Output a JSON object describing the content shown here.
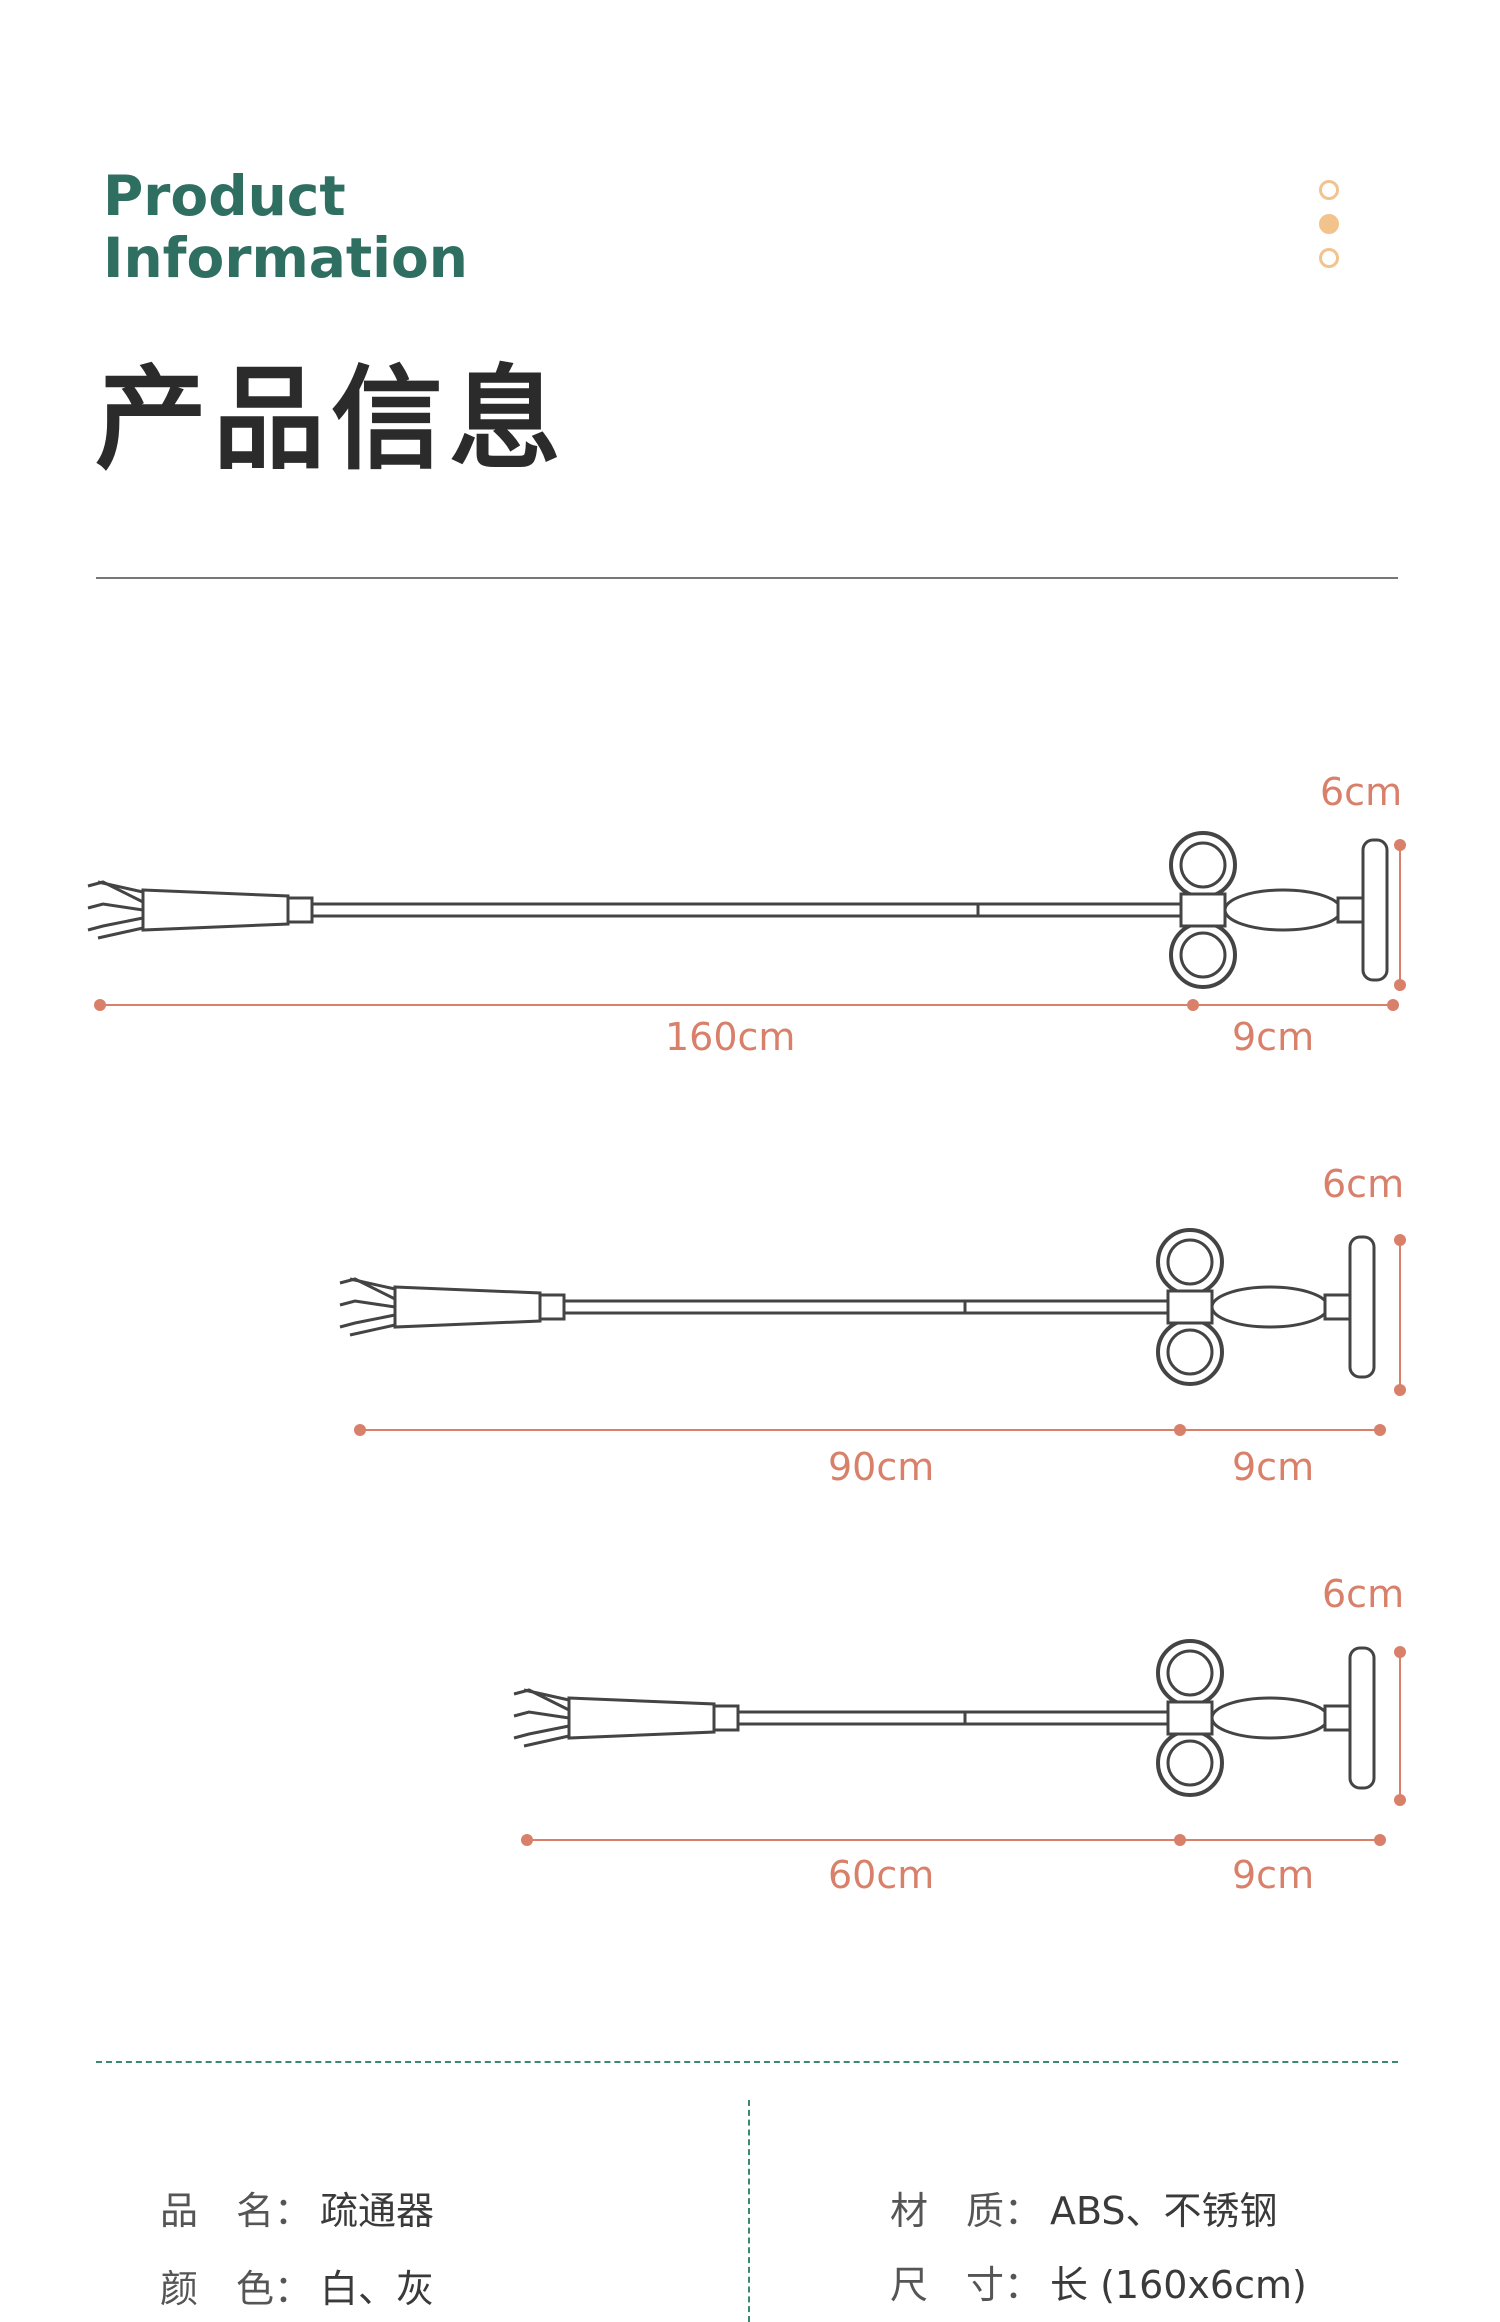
{
  "header": {
    "title_en_line1": "Product",
    "title_en_line2": "Information",
    "title_cn": "产品信息"
  },
  "accent_colors": {
    "title": "#2f6f62",
    "dimension": "#d9806a",
    "dots": "#f2c38d",
    "dashed": "#3a8a6e"
  },
  "products": [
    {
      "length_label": "160cm",
      "handle_label": "9cm",
      "height_label": "6cm"
    },
    {
      "length_label": "90cm",
      "handle_label": "9cm",
      "height_label": "6cm"
    },
    {
      "length_label": "60cm",
      "handle_label": "9cm",
      "height_label": "6cm"
    }
  ],
  "specs": {
    "left": [
      {
        "key": "品　名：",
        "value": "疏通器"
      },
      {
        "key": "颜　色：",
        "value": "白、灰"
      }
    ],
    "right": [
      {
        "key": "材　质：",
        "value": "ABS、不锈钢"
      },
      {
        "key": "尺　寸：",
        "value": "长 (160x6cm)"
      }
    ]
  }
}
